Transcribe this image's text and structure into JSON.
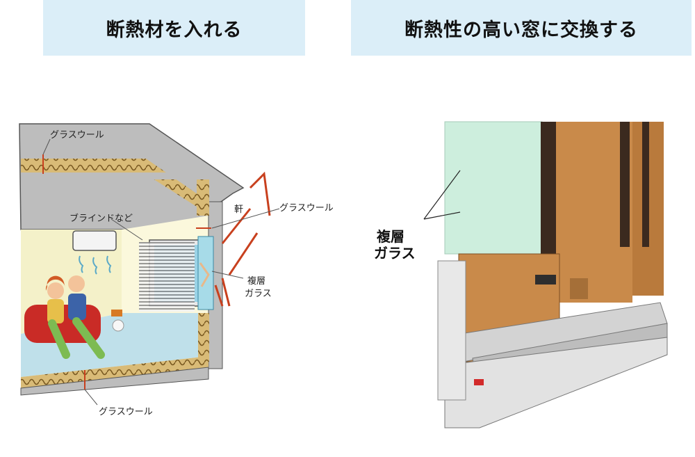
{
  "header": {
    "left_title": "断熱材を入れる",
    "right_title": "断熱性の高い窓に交換する"
  },
  "house_diagram": {
    "labels": {
      "glass_wool_top": "グラスウール",
      "eaves": "軒",
      "glass_wool_wall": "グラスウール",
      "blinds": "ブラインドなど",
      "double_glass_line1": "複層",
      "double_glass_line2": "ガラス",
      "glass_wool_floor": "グラスウール"
    }
  },
  "window_diagram": {
    "labels": {
      "double_glass_line1": "複層",
      "double_glass_line2": "ガラス"
    }
  },
  "colors": {
    "header_bg": "#dbeef8",
    "insulation": "#c9a45a",
    "arrow": "#c8401e",
    "wall_gray": "#b5b5b5",
    "room_wall": "#f3f0c8",
    "floor": "#b9dde8",
    "wood_frame": "#c98a4a",
    "aluminum": "#cfcfcf",
    "glass": "#cfeedd"
  }
}
